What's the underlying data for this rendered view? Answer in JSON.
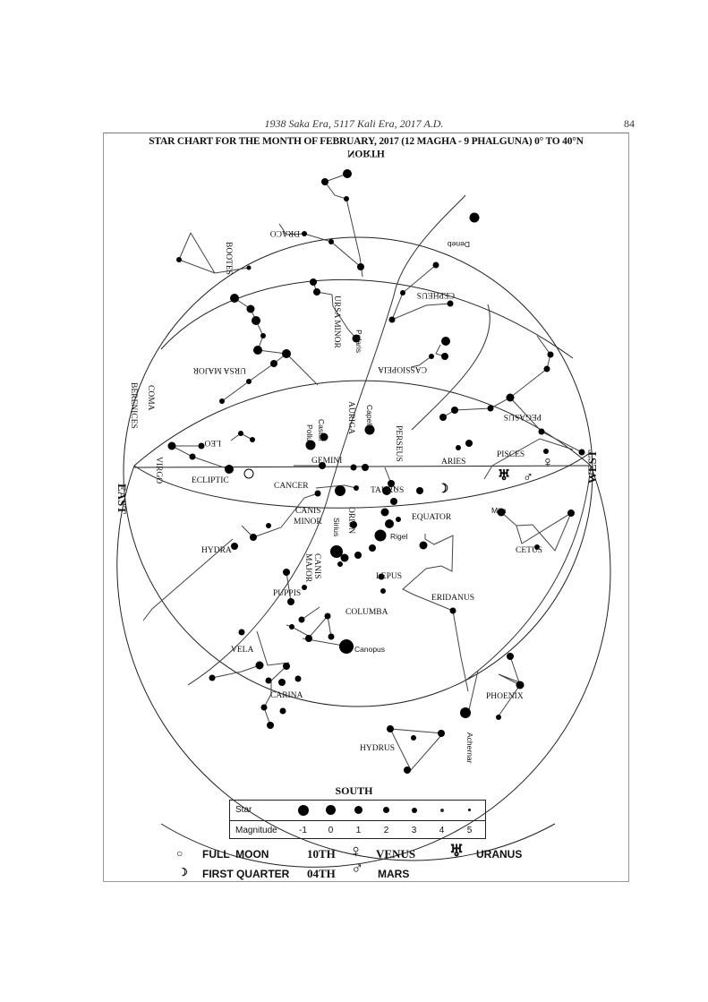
{
  "running_head": "1938 Saka Era, 5117 Kali Era, 2017 A.D.",
  "page_number": "84",
  "title": "STAR CHART FOR THE MONTH OF FEBRUARY, 2017 (12 MAGHA - 9 PHALGUNA) 0° TO 40°N",
  "directions": {
    "north": "NORTH",
    "south": "SOUTH",
    "east": "EAST",
    "west": "WEST"
  },
  "labels": [
    "BOOTES",
    "DRACO",
    "URSA MINOR",
    "Polaris",
    "URSA MAJOR",
    "COMA",
    "BERENICES",
    "LEO",
    "Castor",
    "Pollux",
    "AURIGA",
    "Capella",
    "PERSEUS",
    "CEPHEUS",
    "Deneb",
    "CASSIOPEIA",
    "PEGASUS",
    "ARIES",
    "PISCES",
    "GEMINI",
    "ECLIPTIC",
    "CANCER",
    "TAURUS",
    "CANIS",
    "MINOR",
    "ORION",
    "Sirius",
    "CANIS",
    "MAJOR",
    "EQUATOR",
    "Mira",
    "CETUS",
    "HYDRA",
    "LEPUS",
    "Rigel",
    "PUPPIS",
    "COLUMBA",
    "ERIDANUS",
    "VELA",
    "Canopus",
    "CARINA",
    "PHOENIX",
    "HYDRUS",
    "Achernar",
    "VIRGO"
  ],
  "legend": {
    "star_label": "Star",
    "magnitude_label": "Magnitude",
    "magnitudes": [
      "-1",
      "0",
      "1",
      "2",
      "3",
      "4",
      "5"
    ]
  },
  "key": {
    "full_moon": {
      "symbol": "○",
      "label": "FULL  MOON",
      "date": "10TH"
    },
    "first_quarter": {
      "symbol": "☽",
      "label": "FIRST QUARTER",
      "date": "04TH"
    },
    "venus": {
      "symbol": "♀",
      "label": "VENUS"
    },
    "mars": {
      "symbol": "♂",
      "label": "MARS"
    },
    "uranus": {
      "symbol": "♅",
      "label": "URANUS"
    }
  }
}
